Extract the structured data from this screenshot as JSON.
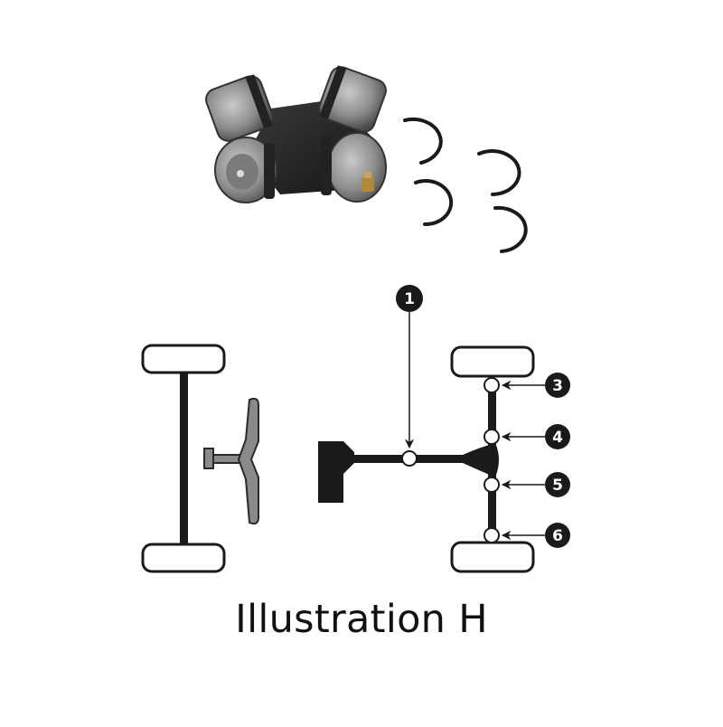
{
  "caption": "Illustration H",
  "product_photo": {
    "subject": "universal joint cross with four bearing caps and grease fitting",
    "retaining_clips_count": 4
  },
  "diagram": {
    "layout": "rear-wheel drive vehicle top view",
    "callouts": [
      {
        "label": "1",
        "target": "driveshaft u-joint"
      },
      {
        "label": "3",
        "target": "upper outer axle joint"
      },
      {
        "label": "4",
        "target": "upper inner axle joint"
      },
      {
        "label": "5",
        "target": "lower inner axle joint"
      },
      {
        "label": "6",
        "target": "lower outer axle joint"
      }
    ]
  },
  "colors": {
    "line": "#1a1a1a",
    "steering": "#8a8a8a",
    "background": "#ffffff",
    "callout_fill": "#1a1a1a"
  }
}
